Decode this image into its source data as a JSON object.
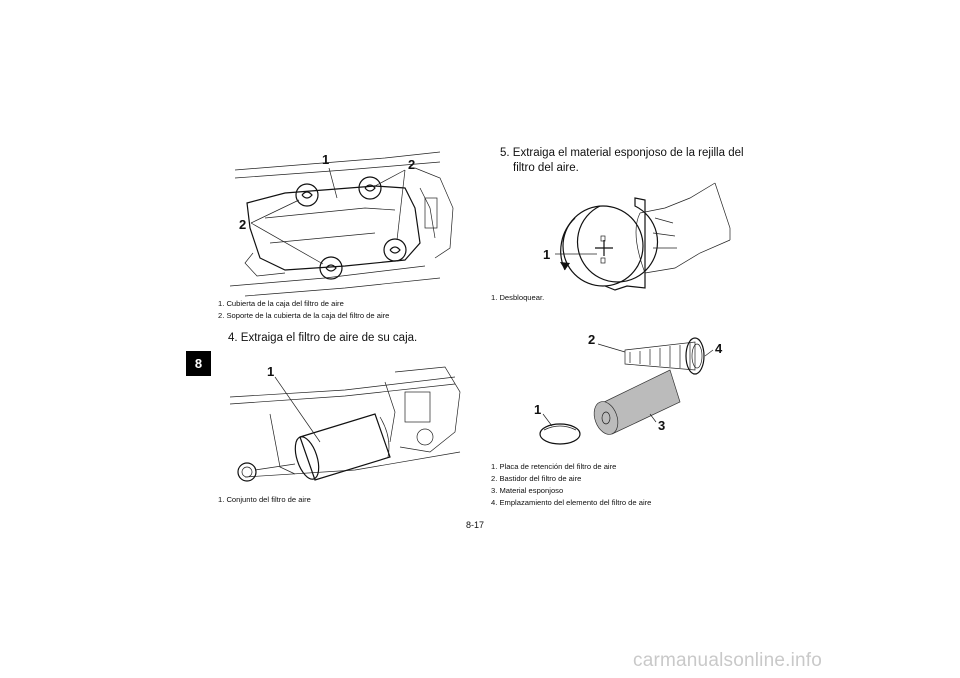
{
  "chapter_tab": "8",
  "figure1": {
    "callouts": [
      "1",
      "2",
      "2"
    ],
    "captions": [
      "1. Cubierta de la caja del filtro de aire",
      "2. Soporte de la cubierta de la caja del filtro de aire"
    ]
  },
  "step4": "4. Extraiga el filtro de aire de su caja.",
  "figure2": {
    "callouts": [
      "1"
    ],
    "captions": [
      "1. Conjunto del filtro de aire"
    ]
  },
  "step5": {
    "line1": "5. Extraiga el material esponjoso de la rejilla del",
    "line2": "filtro del aire."
  },
  "figure3": {
    "callouts": [
      "1"
    ],
    "captions": [
      "1. Desbloquear."
    ]
  },
  "figure4": {
    "callouts": [
      "2",
      "4",
      "1",
      "3"
    ],
    "captions": [
      "1. Placa de retención del filtro de aire",
      "2. Bastidor del filtro de aire",
      "3. Material esponjoso",
      "4. Emplazamiento del elemento del filtro de aire"
    ]
  },
  "page_number": "8-17",
  "watermark": "carmanualsonline.info"
}
